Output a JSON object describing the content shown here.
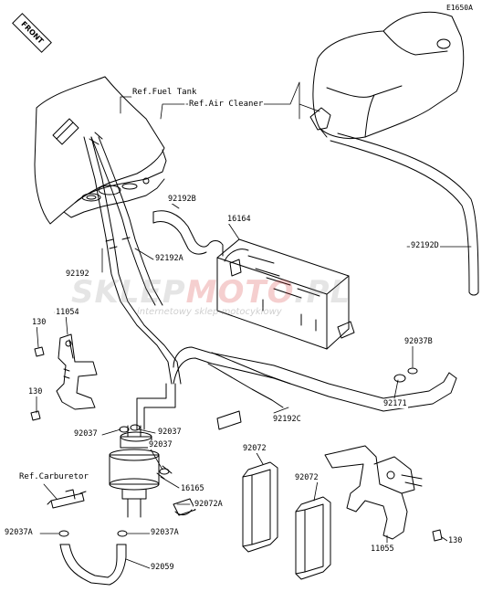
{
  "diagram_code": "E1650A",
  "front_label": "FRONT",
  "watermark": {
    "brand_left": "SKLEP",
    "brand_mid": "MOTO",
    "brand_right": ".PL",
    "tagline": "internetowy sklep motocyklowy"
  },
  "colors": {
    "watermark_gray": "#9a9a9a",
    "watermark_red": "#d42a2a",
    "line": "#000000"
  },
  "labels": {
    "ref_fuel_tank": "Ref.Fuel Tank",
    "ref_air_cleaner": "Ref.Air Cleaner",
    "ref_carburetor": "Ref.Carburetor",
    "p92192B": "92192B",
    "p16164": "16164",
    "p92192D": "92192D",
    "p92192A": "92192A",
    "p92192": "92192",
    "p11054": "11054",
    "p130_a": "130",
    "p130_b": "130",
    "p92037B": "92037B",
    "p92171": "92171",
    "p92037_l": "92037",
    "p92037_r": "92037",
    "p92037_c": "92037",
    "p92192C": "92192C",
    "p16165": "16165",
    "p92072A": "92072A",
    "p92072_l": "92072",
    "p92072_r": "92072",
    "p92037A_l": "92037A",
    "p92037A_r": "92037A",
    "p92059": "92059",
    "p11055": "11055",
    "p130_c": "130"
  }
}
